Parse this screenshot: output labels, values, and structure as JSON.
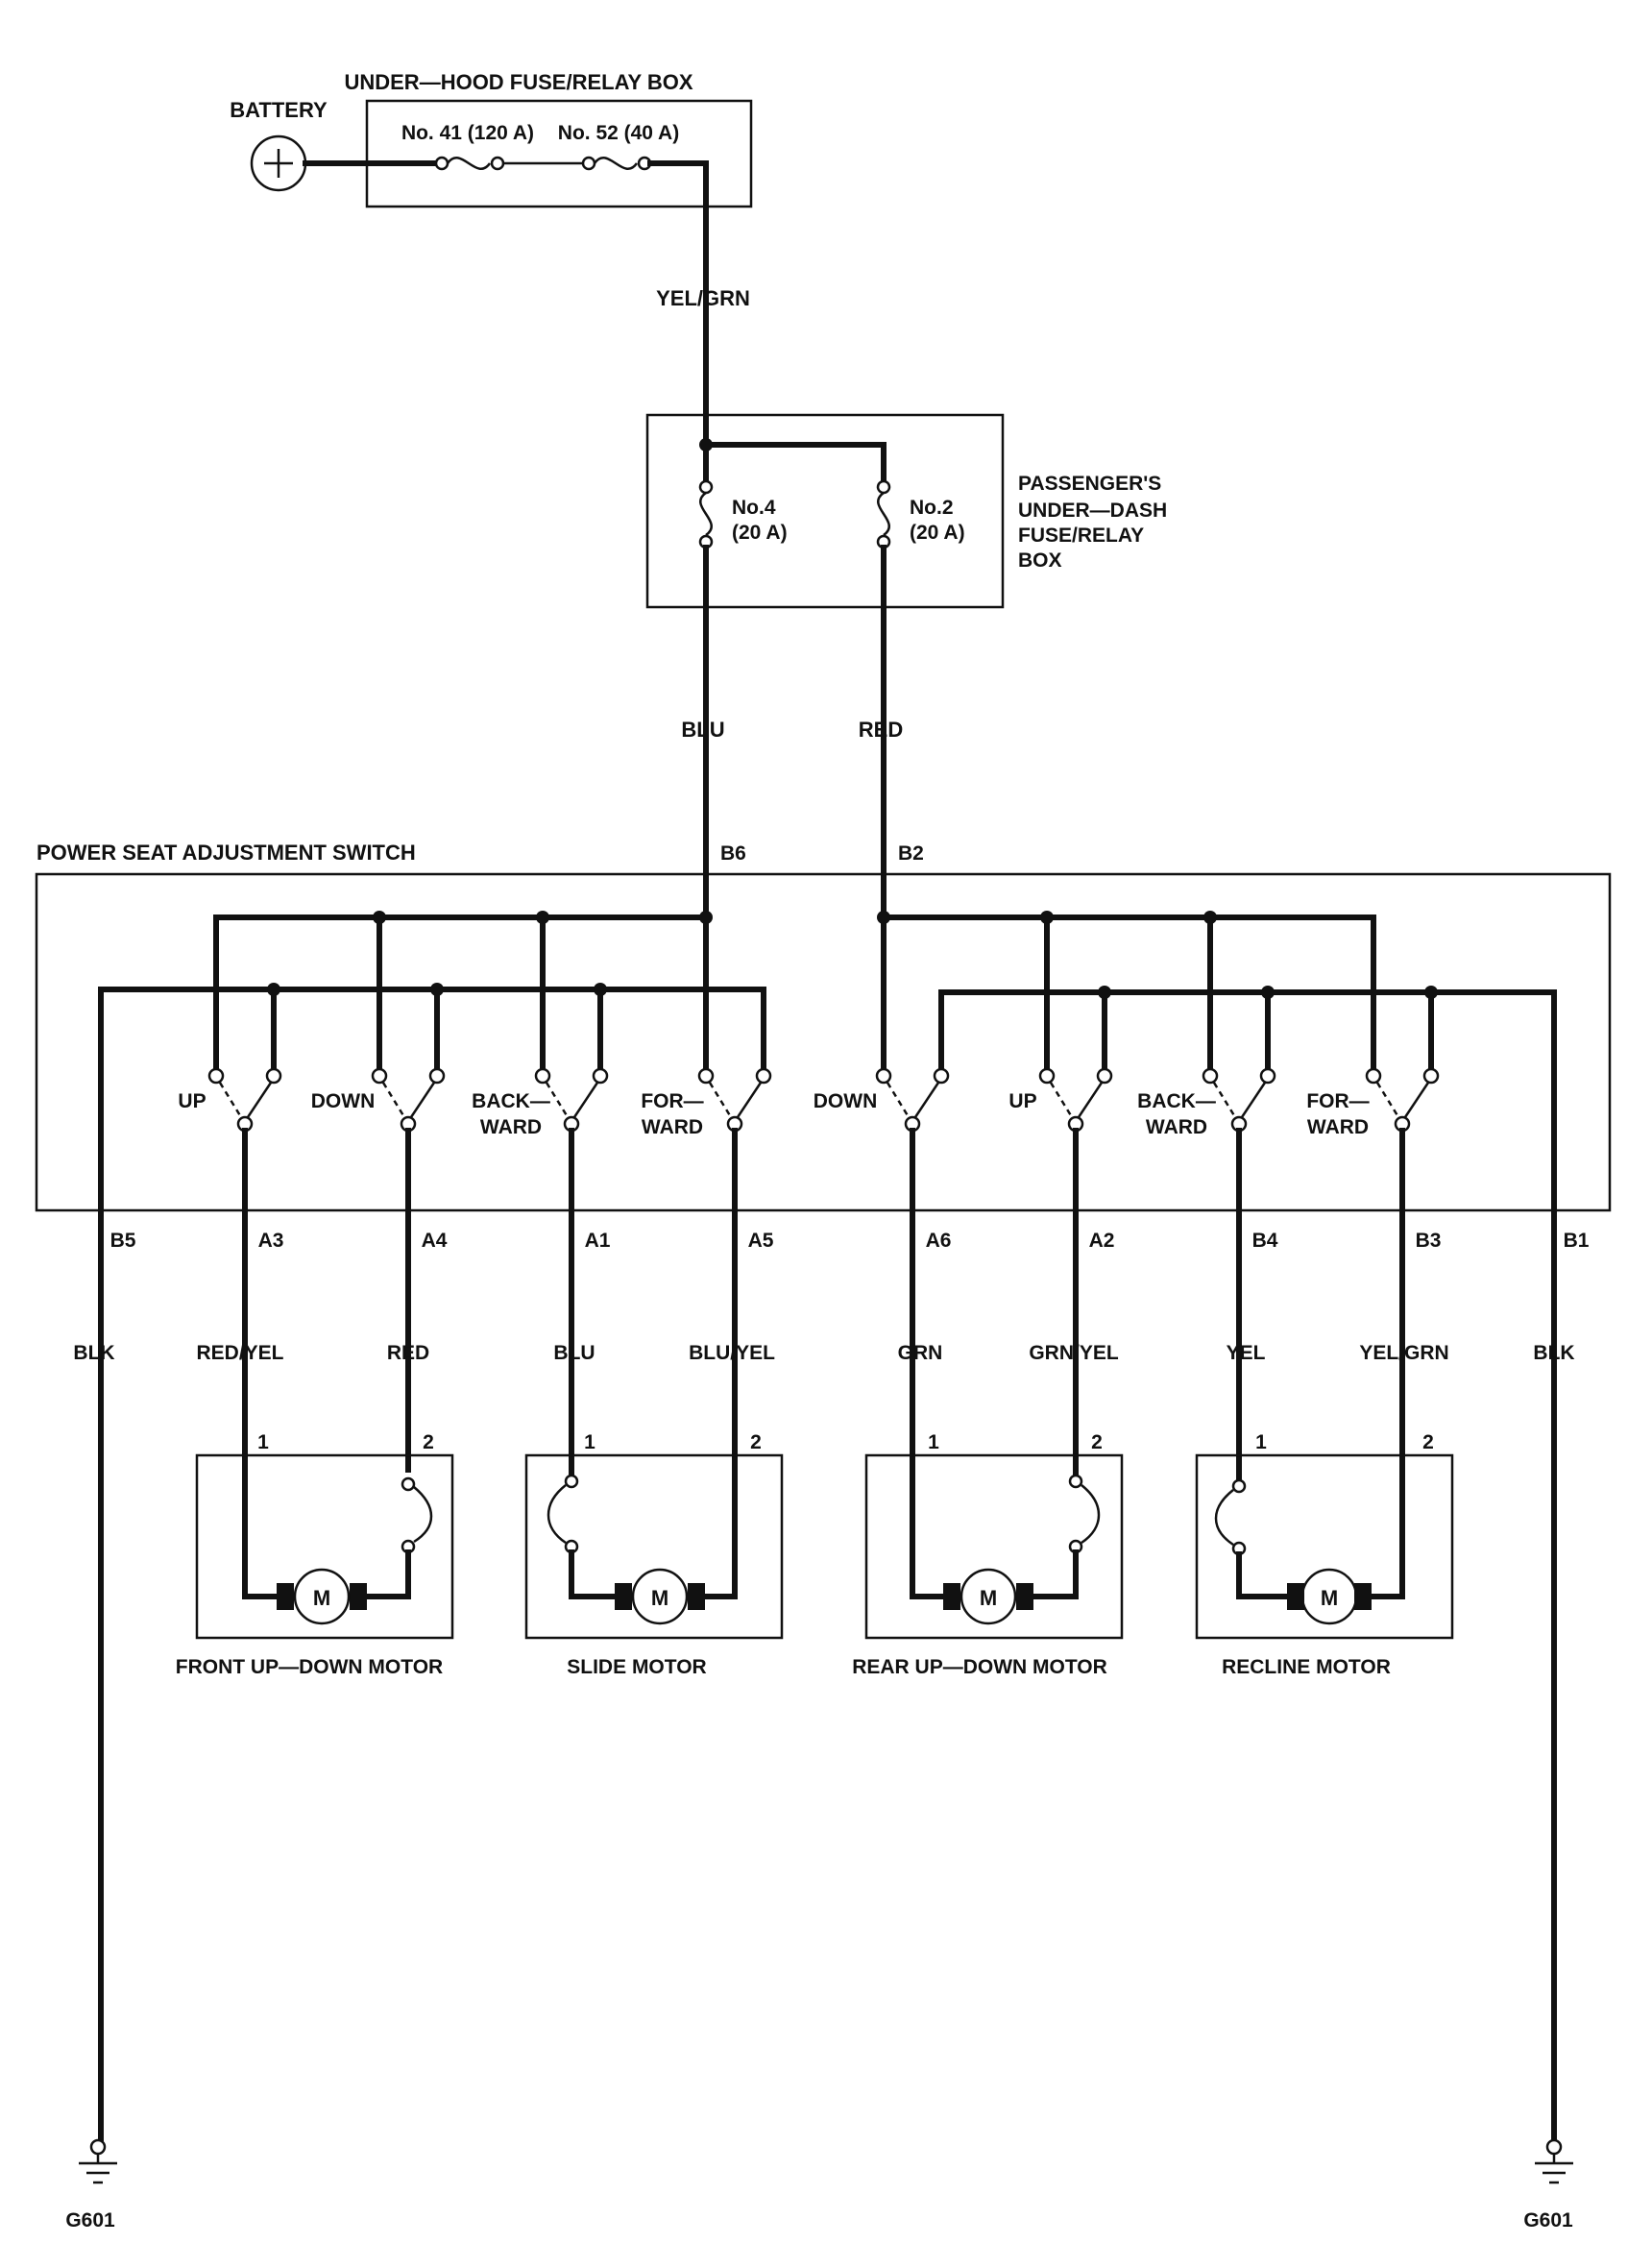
{
  "battery": {
    "label": "BATTERY"
  },
  "under_hood_box": {
    "title": "UNDER—HOOD FUSE/RELAY BOX",
    "fuse_41": "No. 41 (120 A)",
    "fuse_52": "No. 52 (40 A)"
  },
  "wire_main": "YEL/GRN",
  "dash_box": {
    "title_lines": [
      "PASSENGER'S",
      "UNDER—DASH",
      "FUSE/RELAY",
      "BOX"
    ],
    "fuse_4": [
      "No.4",
      "(20 A)"
    ],
    "fuse_2": [
      "No.2",
      "(20 A)"
    ]
  },
  "wire_blu": "BLU",
  "wire_red": "RED",
  "switch": {
    "title": "POWER SEAT ADJUSTMENT SWITCH",
    "b6": "B6",
    "b2": "B2",
    "left_labels": [
      "UP",
      "DOWN",
      "BACK—",
      "WARD",
      "FOR—",
      "WARD"
    ],
    "right_labels": [
      "DOWN",
      "UP",
      "BACK—",
      "WARD",
      "FOR—",
      "WARD"
    ]
  },
  "pins": [
    "B5",
    "A3",
    "A4",
    "A1",
    "A5",
    "A6",
    "A2",
    "B4",
    "B3",
    "B1"
  ],
  "wires": [
    "BLK",
    "RED/YEL",
    "RED",
    "BLU",
    "BLU/YEL",
    "GRN",
    "GRN/YEL",
    "YEL",
    "YEL/GRN",
    "BLK"
  ],
  "terminal_1": "1",
  "terminal_2": "2",
  "motor_symbol": "M",
  "motors": [
    "FRONT UP—DOWN MOTOR",
    "SLIDE MOTOR",
    "REAR UP—DOWN MOTOR",
    "RECLINE MOTOR"
  ],
  "grounds": [
    "G601",
    "G601"
  ]
}
